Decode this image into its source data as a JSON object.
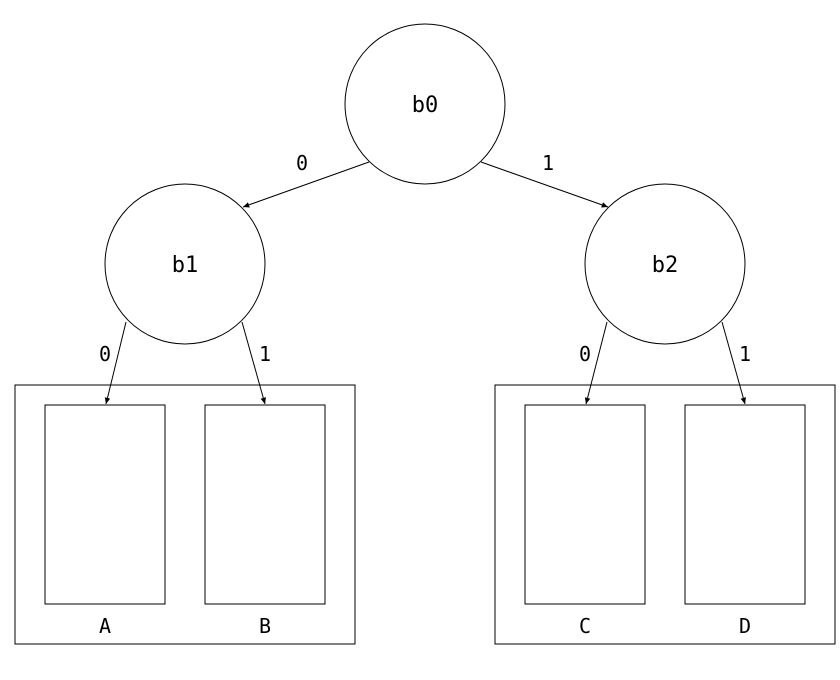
{
  "diagram": {
    "type": "binary-decision-tree",
    "colors": {
      "stroke": "#000000",
      "fill": "#ffffff"
    },
    "nodes": {
      "root": "b0",
      "left": "b1",
      "right": "b2"
    },
    "edges": {
      "root_left": "0",
      "root_right": "1",
      "b1_left": "0",
      "b1_right": "1",
      "b2_left": "0",
      "b2_right": "1"
    },
    "leaves": {
      "a": "A",
      "b": "B",
      "c": "C",
      "d": "D"
    }
  }
}
